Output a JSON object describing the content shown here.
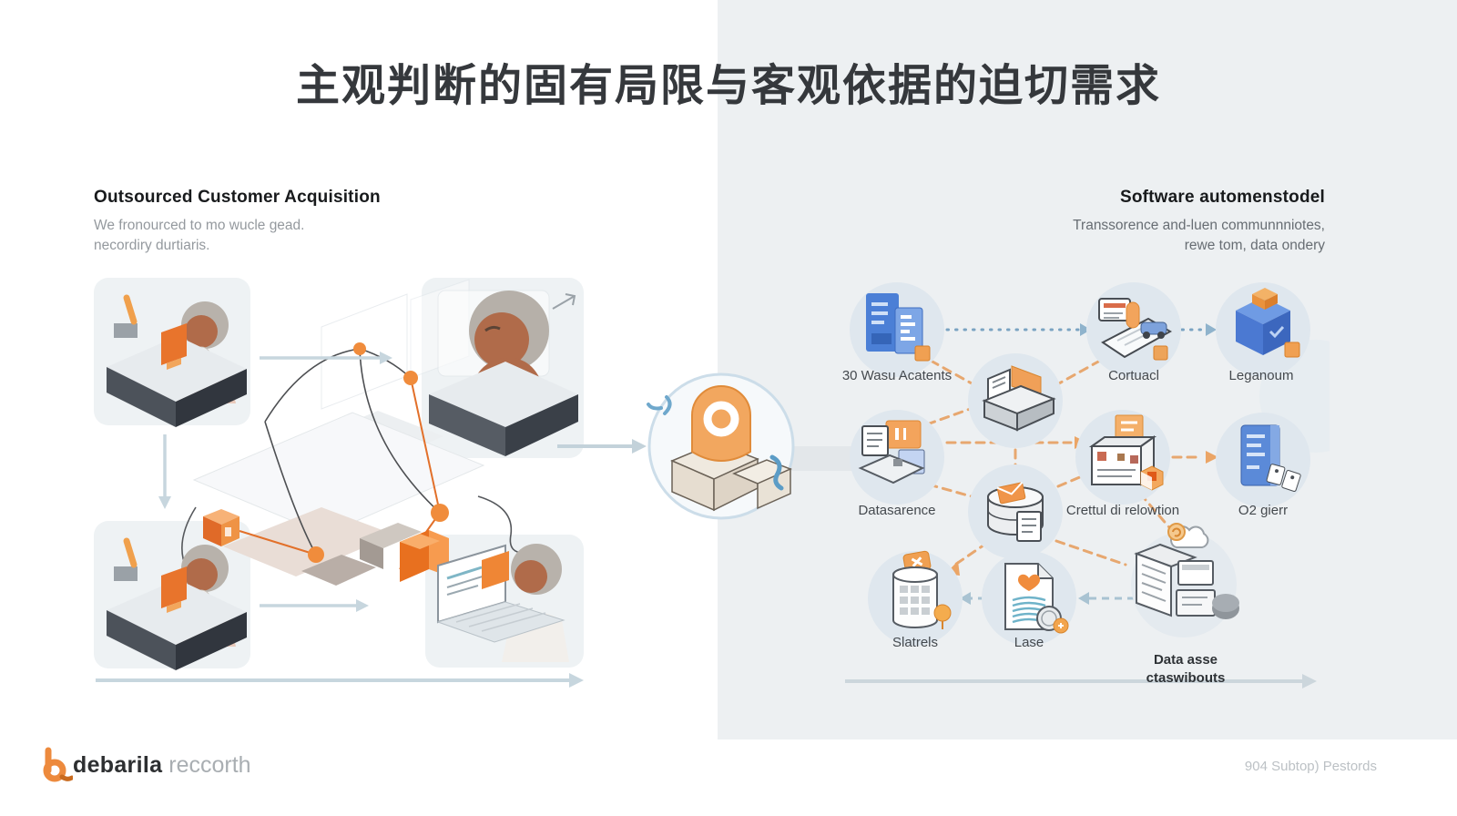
{
  "title": "主观判断的固有局限与客观依据的迫切需求",
  "left_panel": {
    "heading": "Outsourced Customer Acquisition",
    "subtitle_line1": "We fronourced to mo wucle gead.",
    "subtitle_line2": "necordiry durtiaris."
  },
  "right_panel": {
    "heading": "Software automenstodel",
    "subtitle_line1": "Transsorence and-luen communnniotes,",
    "subtitle_line2": "rewe tom, data ondery",
    "nodes": [
      {
        "label": "30 Wasu Acatents"
      },
      {
        "label": "Cortuacl"
      },
      {
        "label": "Leganoum"
      },
      {
        "label": "Datasarence"
      },
      {
        "label": "Crettul di relowtion"
      },
      {
        "label": "O2 gierr"
      },
      {
        "label": "Slatrels"
      },
      {
        "label": "Lase"
      },
      {
        "label_line1": "Data asse",
        "label_line2": "ctaswibouts"
      }
    ]
  },
  "footer": {
    "logo_bold": "debarila",
    "logo_light": "reccorth",
    "page_info": "904 Subtop) Pestords"
  },
  "colors": {
    "accent_orange": "#ED8A3D",
    "accent_blue": "#4E82D8",
    "right_panel_bg": "#EDF0F2"
  }
}
